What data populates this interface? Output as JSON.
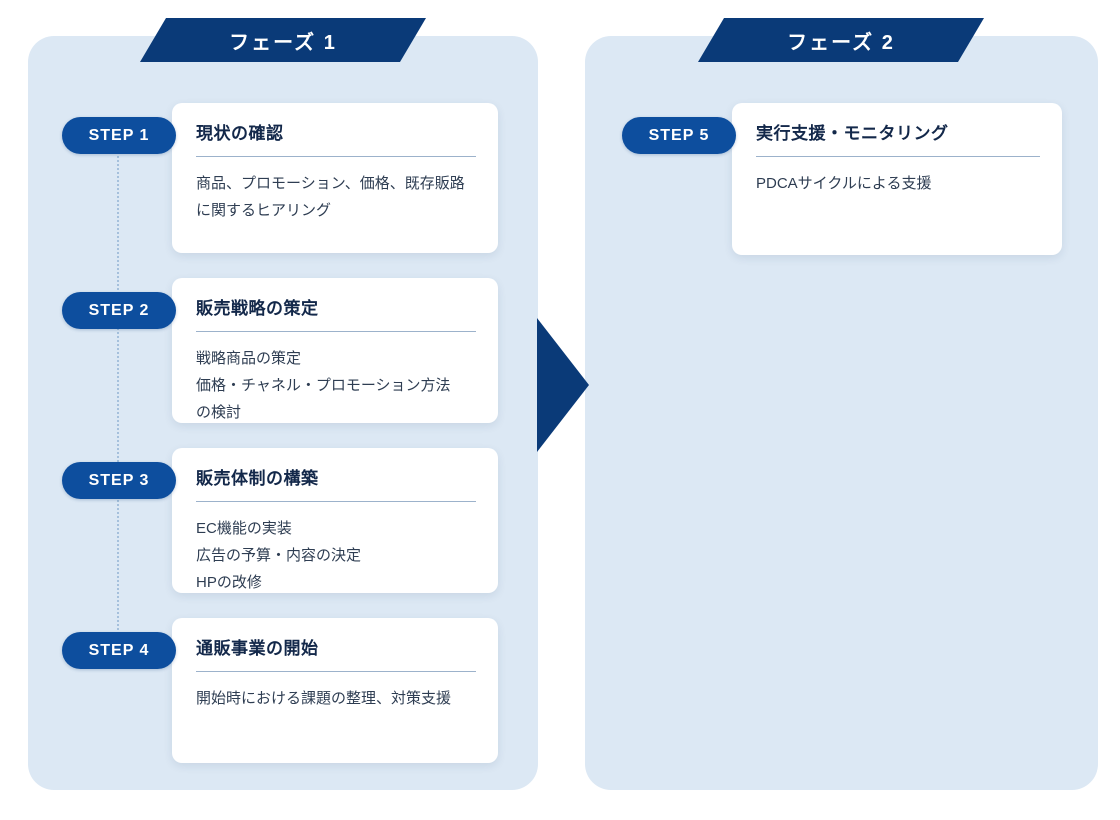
{
  "colors": {
    "banner_navy": "#0a3a78",
    "pill_blue": "#0d4e9e",
    "panel_blue": "#dce8f4",
    "card_white": "#ffffff",
    "title_text": "#13284a",
    "body_text": "#2e3d52",
    "divider": "#9cb2cb",
    "connector_dots": "#a5c0dc"
  },
  "arrow_icon": "right-triangle-arrow",
  "phase1": {
    "label": "フェーズ 1",
    "steps": [
      {
        "badge": "STEP 1",
        "title": "現状の確認",
        "lines": [
          "商品、プロモーション、価格、既存販路",
          "に関するヒアリング"
        ]
      },
      {
        "badge": "STEP 2",
        "title": "販売戦略の策定",
        "lines": [
          "戦略商品の策定",
          "価格・チャネル・プロモーション方法",
          "の検討"
        ]
      },
      {
        "badge": "STEP 3",
        "title": "販売体制の構築",
        "lines": [
          "EC機能の実装",
          "広告の予算・内容の決定",
          "HPの改修"
        ]
      },
      {
        "badge": "STEP 4",
        "title": "通販事業の開始",
        "lines": [
          "開始時における課題の整理、対策支援"
        ]
      }
    ]
  },
  "phase2": {
    "label": "フェーズ 2",
    "steps": [
      {
        "badge": "STEP 5",
        "title": "実行支援・モニタリング",
        "lines": [
          "PDCAサイクルによる支援"
        ]
      }
    ]
  }
}
